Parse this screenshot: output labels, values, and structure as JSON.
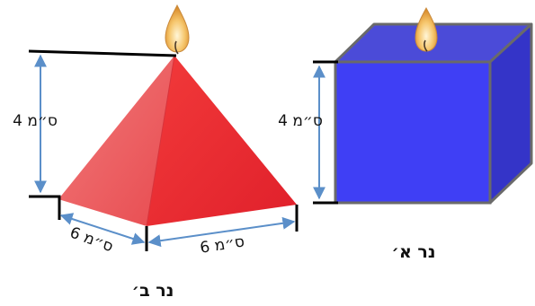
{
  "candle_b": {
    "caption": "נר ב׳",
    "height_label": "4 ס״מ",
    "base_left_label": "6 ס״מ",
    "base_right_label": "6 ס״מ",
    "color": "#e8303a"
  },
  "candle_a": {
    "caption": "נר א׳",
    "height_label": "4 ס״מ",
    "color": "#3f3ff5"
  },
  "colors": {
    "dimension_arrow": "#5b8fc9",
    "flame": "#f2b85a",
    "outline": "#6a6a6a"
  }
}
